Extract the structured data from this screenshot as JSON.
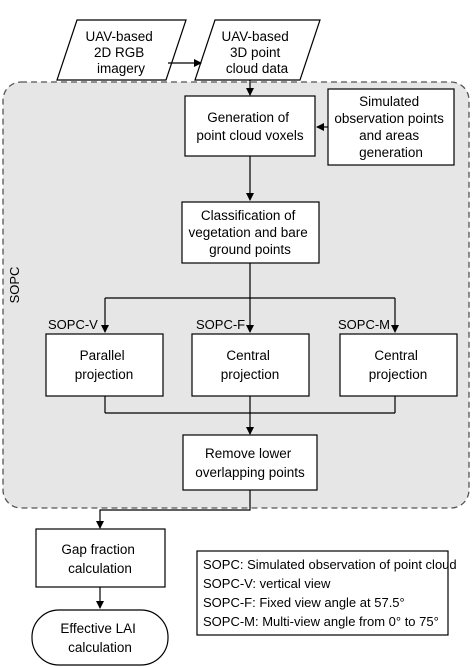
{
  "colors": {
    "region_fill": "#e6e6e6",
    "box_fill": "#ffffff",
    "stroke": "#000000",
    "region_stroke": "#555555"
  },
  "region_label": "SOPC",
  "input_rgb": {
    "lines": [
      "UAV-based",
      "2D RGB",
      "imagery"
    ]
  },
  "input_pointcloud": {
    "lines": [
      "UAV-based",
      "3D point",
      "cloud data"
    ]
  },
  "voxel_box": {
    "lines": [
      "Generation of",
      "point cloud voxels"
    ]
  },
  "simulated_box": {
    "lines": [
      "Simulated",
      "observation points",
      "and areas",
      "generation"
    ]
  },
  "classification_box": {
    "lines": [
      "Classification of",
      "vegetation and bare",
      "ground points"
    ]
  },
  "branches": [
    {
      "tag": "SOPC-V",
      "lines": [
        "Parallel",
        "projection"
      ]
    },
    {
      "tag": "SOPC-F",
      "lines": [
        "Central",
        "projection"
      ]
    },
    {
      "tag": "SOPC-M",
      "lines": [
        "Central",
        "projection"
      ]
    }
  ],
  "remove_box": {
    "lines": [
      "Remove lower",
      "overlapping points"
    ]
  },
  "gap_box": {
    "lines": [
      "Gap fraction",
      "calculation"
    ]
  },
  "lai_box": {
    "lines": [
      "Effective LAI",
      "calculation"
    ]
  },
  "legend": [
    "SOPC: Simulated observation of point cloud",
    "SOPC-V: vertical view",
    "SOPC-F: Fixed view angle at 57.5°",
    "SOPC-M: Multi-view angle from 0° to 75°"
  ]
}
